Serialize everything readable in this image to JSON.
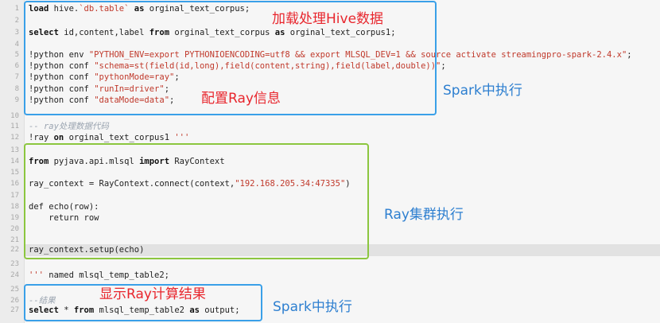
{
  "line_numbers": [
    "1",
    "2",
    "3",
    "4",
    "5",
    "6",
    "7",
    "8",
    "9",
    "10",
    "11",
    "12",
    "13",
    "14",
    "15",
    "16",
    "17",
    "18",
    "19",
    "20",
    "21",
    "22",
    "23",
    "24",
    "25",
    "26",
    "27"
  ],
  "code": {
    "l1": {
      "kw_load": "load",
      "a": " hive.",
      "str": "`db.table`",
      "kw_as": " as",
      "b": " orginal_text_corpus;"
    },
    "l3": {
      "kw_select": "select",
      "a": " id,content,label ",
      "kw_from": "from",
      "b": " orginal_text_corpus ",
      "kw_as": "as",
      "c": " orginal_text_corpus1;"
    },
    "l5": {
      "a": "!python env ",
      "str": "\"PYTHON_ENV=export PYTHONIOENCODING=utf8 && export MLSQL_DEV=1 && source activate streamingpro-spark-2.4.x\"",
      "b": ";"
    },
    "l6": {
      "a": "!python conf ",
      "str": "\"schema=st(field(id,long),field(content,string),field(label,double))\"",
      "b": ";"
    },
    "l7": {
      "a": "!python conf ",
      "str": "\"pythonMode=ray\"",
      "b": ";"
    },
    "l8": {
      "a": "!python conf ",
      "str": "\"runIn=driver\"",
      "b": ";"
    },
    "l9": {
      "a": "!python conf ",
      "str": "\"dataMode=data\"",
      "b": ";"
    },
    "l11": {
      "cmt": "-- ray处理数据代码"
    },
    "l12": {
      "a": "!ray ",
      "kw_on": "on",
      "b": " orginal_text_corpus1 ",
      "str": "'''"
    },
    "l14": {
      "kw_from": "from",
      "a": " pyjava.api.mlsql ",
      "kw_import": "import",
      "b": " RayContext"
    },
    "l16": {
      "a": "ray_context = RayContext.connect(context,",
      "str": "\"192.168.205.34:47335\"",
      "b": ")"
    },
    "l18": {
      "a": "def echo(row):"
    },
    "l19": {
      "a": "    return row"
    },
    "l22": {
      "a": "ray_context.setup(echo)"
    },
    "l24": {
      "str": "'''",
      "a": " named mlsql_temp_table2;"
    },
    "l26": {
      "cmt": "--结果"
    },
    "l27": {
      "kw_select": "select",
      "a": " * ",
      "kw_from": "from",
      "b": " mlsql_temp_table2 ",
      "kw_as": "as",
      "c": " output;"
    }
  },
  "annotations": {
    "load_hive": "加载处理Hive数据",
    "config_ray": "配置Ray信息",
    "spark_exec_1": "Spark中执行",
    "ray_cluster_exec": "Ray集群执行",
    "show_ray_result": "显示Ray计算结果",
    "spark_exec_2": "Spark中执行"
  },
  "colors": {
    "blue_box": "#3aa0e8",
    "green_box": "#8cc63f",
    "red_text": "#e8262d",
    "blue_text": "#2d7fd0"
  }
}
